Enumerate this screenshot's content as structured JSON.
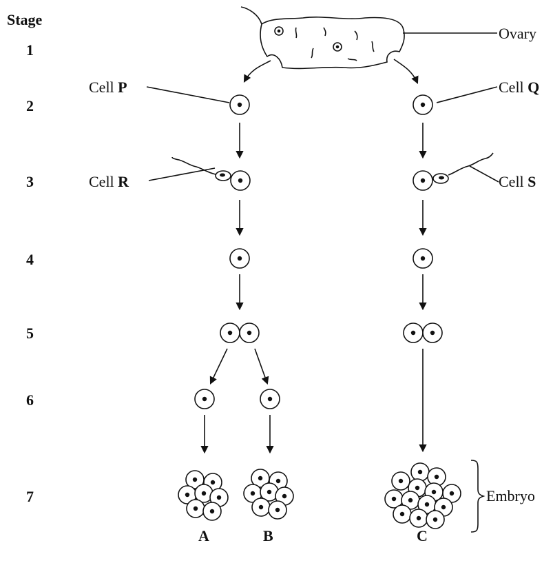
{
  "stage_heading": "Stage",
  "stages": [
    "1",
    "2",
    "3",
    "4",
    "5",
    "6",
    "7"
  ],
  "labels": {
    "ovary": "Ovary",
    "cell_prefix": "Cell",
    "cell_p": "P",
    "cell_q": "Q",
    "cell_r": "R",
    "cell_s": "S",
    "embryo": "Embryo"
  },
  "embryo_letters": [
    "A",
    "B",
    "C"
  ]
}
